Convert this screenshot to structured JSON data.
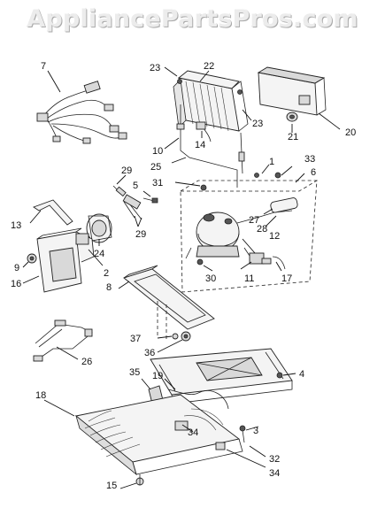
{
  "watermark": "AppliancePartsPros.com",
  "callouts": {
    "c1": "1",
    "c2": "2",
    "c3": "3",
    "c4": "4",
    "c5": "5",
    "c6": "6",
    "c7": "7",
    "c8": "8",
    "c9": "9",
    "c10": "10",
    "c11": "11",
    "c12": "12",
    "c13": "13",
    "c14": "14",
    "c15": "15",
    "c16": "16",
    "c17": "17",
    "c18": "18",
    "c19": "19",
    "c20": "20",
    "c21": "21",
    "c22": "22",
    "c23a": "23",
    "c23b": "23",
    "c24": "24",
    "c25": "25",
    "c26": "26",
    "c27": "27",
    "c28": "28",
    "c29a": "29",
    "c29b": "29",
    "c30": "30",
    "c31": "31",
    "c32": "32",
    "c33": "33",
    "c34a": "34",
    "c34b": "34",
    "c35": "35",
    "c36": "36",
    "c37": "37"
  }
}
